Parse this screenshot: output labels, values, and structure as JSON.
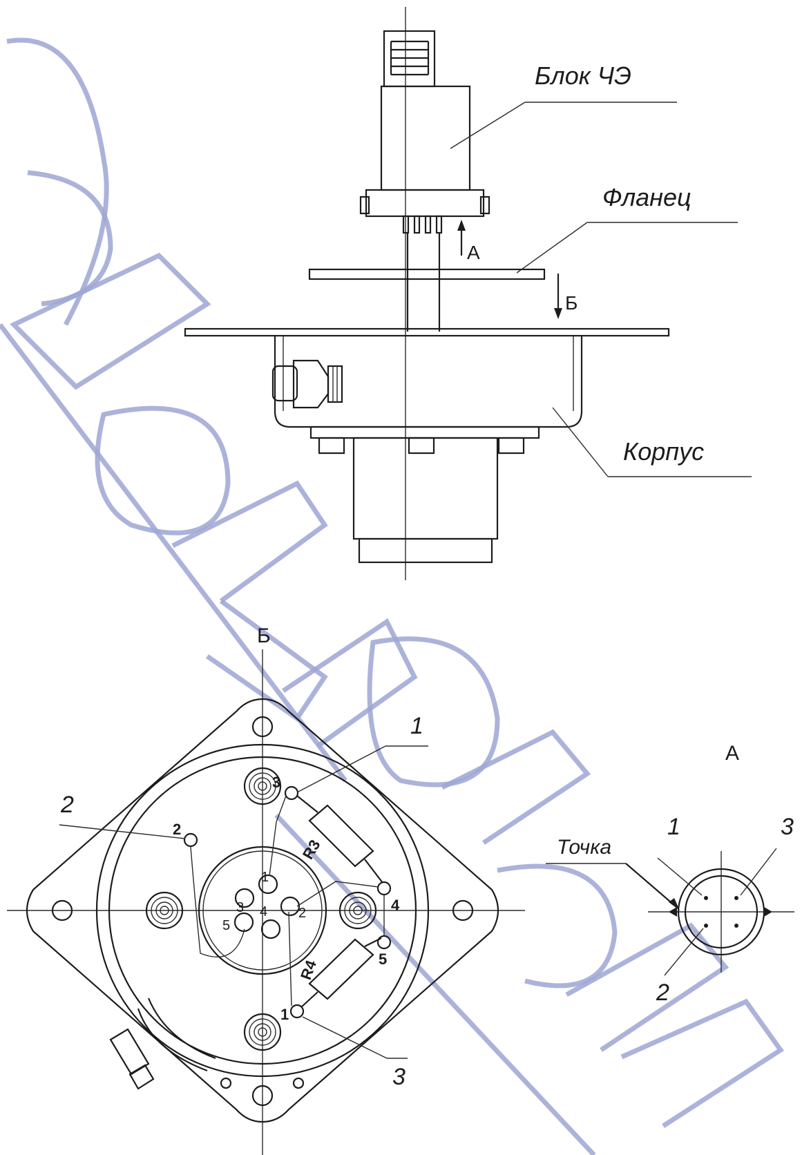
{
  "labels": {
    "block": "Блок ЧЭ",
    "flange": "Фланец",
    "housing": "Корпус",
    "point": "Точка"
  },
  "view_letters": {
    "a_arrow": "А",
    "b_arrow": "Б",
    "b_view": "Б",
    "a_view": "А"
  },
  "bottom_view": {
    "callout_1": "1",
    "callout_2": "2",
    "callout_3": "3",
    "resistor_r3": "R3",
    "resistor_r4": "R4",
    "pad_3": "3",
    "pad_2": "2",
    "pad_4": "4",
    "pad_5": "5",
    "pad_1": "1",
    "pin_1": "1",
    "pin_2": "2",
    "pin_3": "3",
    "pin_4": "4",
    "pin_5": "5"
  },
  "view_a": {
    "callout_1": "1",
    "callout_2": "2",
    "callout_3": "3"
  },
  "watermark": "Контролье"
}
